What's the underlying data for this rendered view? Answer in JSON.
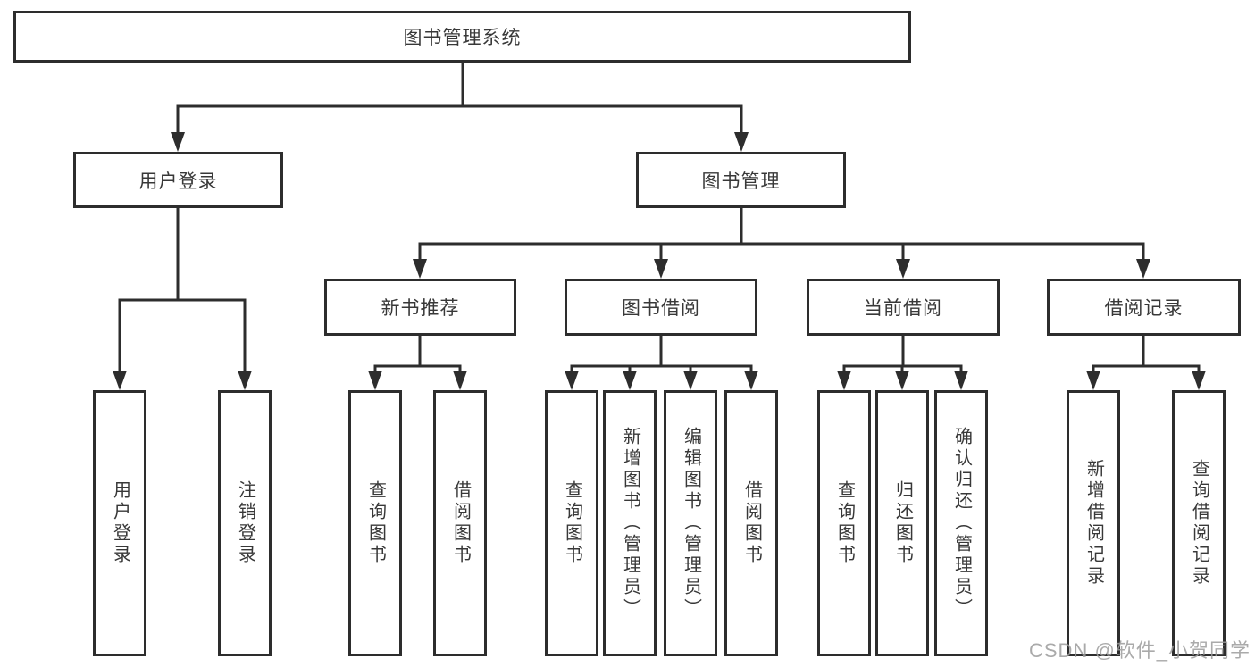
{
  "diagram": {
    "root": {
      "label": "图书管理系统"
    },
    "level2": [
      {
        "label": "用户登录"
      },
      {
        "label": "图书管理"
      }
    ],
    "level3": [
      {
        "label": "新书推荐",
        "parent": "图书管理"
      },
      {
        "label": "图书借阅",
        "parent": "图书管理"
      },
      {
        "label": "当前借阅",
        "parent": "图书管理"
      },
      {
        "label": "借阅记录",
        "parent": "图书管理"
      }
    ],
    "level4": [
      {
        "label": "用户登录",
        "parent": "用户登录"
      },
      {
        "label": "注销登录",
        "parent": "用户登录"
      },
      {
        "label": "查询图书",
        "parent": "新书推荐"
      },
      {
        "label": "借阅图书",
        "parent": "新书推荐"
      },
      {
        "label": "查询图书",
        "parent": "图书借阅"
      },
      {
        "label": "新增图书（管理员）",
        "parent": "图书借阅"
      },
      {
        "label": "编辑图书（管理员）",
        "parent": "图书借阅"
      },
      {
        "label": "借阅图书",
        "parent": "图书借阅"
      },
      {
        "label": "查询图书",
        "parent": "当前借阅"
      },
      {
        "label": "归还图书",
        "parent": "当前借阅"
      },
      {
        "label": "确认归还（管理员）",
        "parent": "当前借阅"
      },
      {
        "label": "新增借阅记录",
        "parent": "借阅记录"
      },
      {
        "label": "查询借阅记录",
        "parent": "借阅记录"
      }
    ]
  },
  "watermark": {
    "text": "CSDN @软件_小贺同学"
  },
  "colors": {
    "line": "#2d2d2d",
    "text": "#383838",
    "background": "#ffffff",
    "watermark": "#9b9b9b"
  }
}
